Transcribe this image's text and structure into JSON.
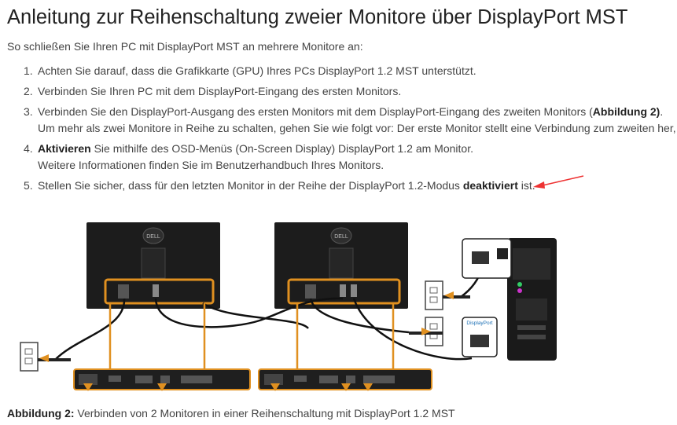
{
  "title": "Anleitung zur Reihenschaltung zweier Monitore über DisplayPort MST",
  "intro": "So schließen Sie Ihren PC mit DisplayPort MST an mehrere Monitore an:",
  "steps": [
    {
      "num": "1.",
      "text": "Achten Sie darauf, dass die Grafikkarte (GPU) Ihres PCs DisplayPort 1.2 MST unterstützt."
    },
    {
      "num": "2.",
      "text": "Verbinden Sie Ihren PC mit dem DisplayPort-Eingang des ersten Monitors."
    },
    {
      "num": "3.",
      "pre": "Verbinden Sie den DisplayPort-Ausgang des ersten Monitors mit dem DisplayPort-Eingang des zweiten Monitors (",
      "bold": "Abbildung 2)",
      "post": ".",
      "line2": "Um mehr als zwei Monitore in Reihe zu schalten, gehen Sie wie folgt vor: Der erste Monitor stellt eine Verbindung zum zweiten her, der zweite zum dritten usw."
    },
    {
      "num": "4.",
      "bold": "Aktivieren",
      "post": " Sie mithilfe des OSD-Menüs (On-Screen Display) DisplayPort 1.2 am Monitor.",
      "line2": "Weitere Informationen finden Sie im Benutzerhandbuch Ihres Monitors."
    },
    {
      "num": "5.",
      "pre": "Stellen Sie sicher, dass für den letzten Monitor in der Reihe der DisplayPort 1.2-Modus ",
      "bold": "deaktiviert",
      "post": " ist."
    }
  ],
  "figure": {
    "brand_label": "DELL",
    "port_label": "DisplayPort",
    "colors": {
      "highlight": "#e09020",
      "arrow": "#e33",
      "monitor": "#1c1c1c"
    }
  },
  "caption": {
    "bold": "Abbildung 2:",
    "text": " Verbinden von 2 Monitoren in einer Reihenschaltung mit DisplayPort 1.2 MST"
  }
}
